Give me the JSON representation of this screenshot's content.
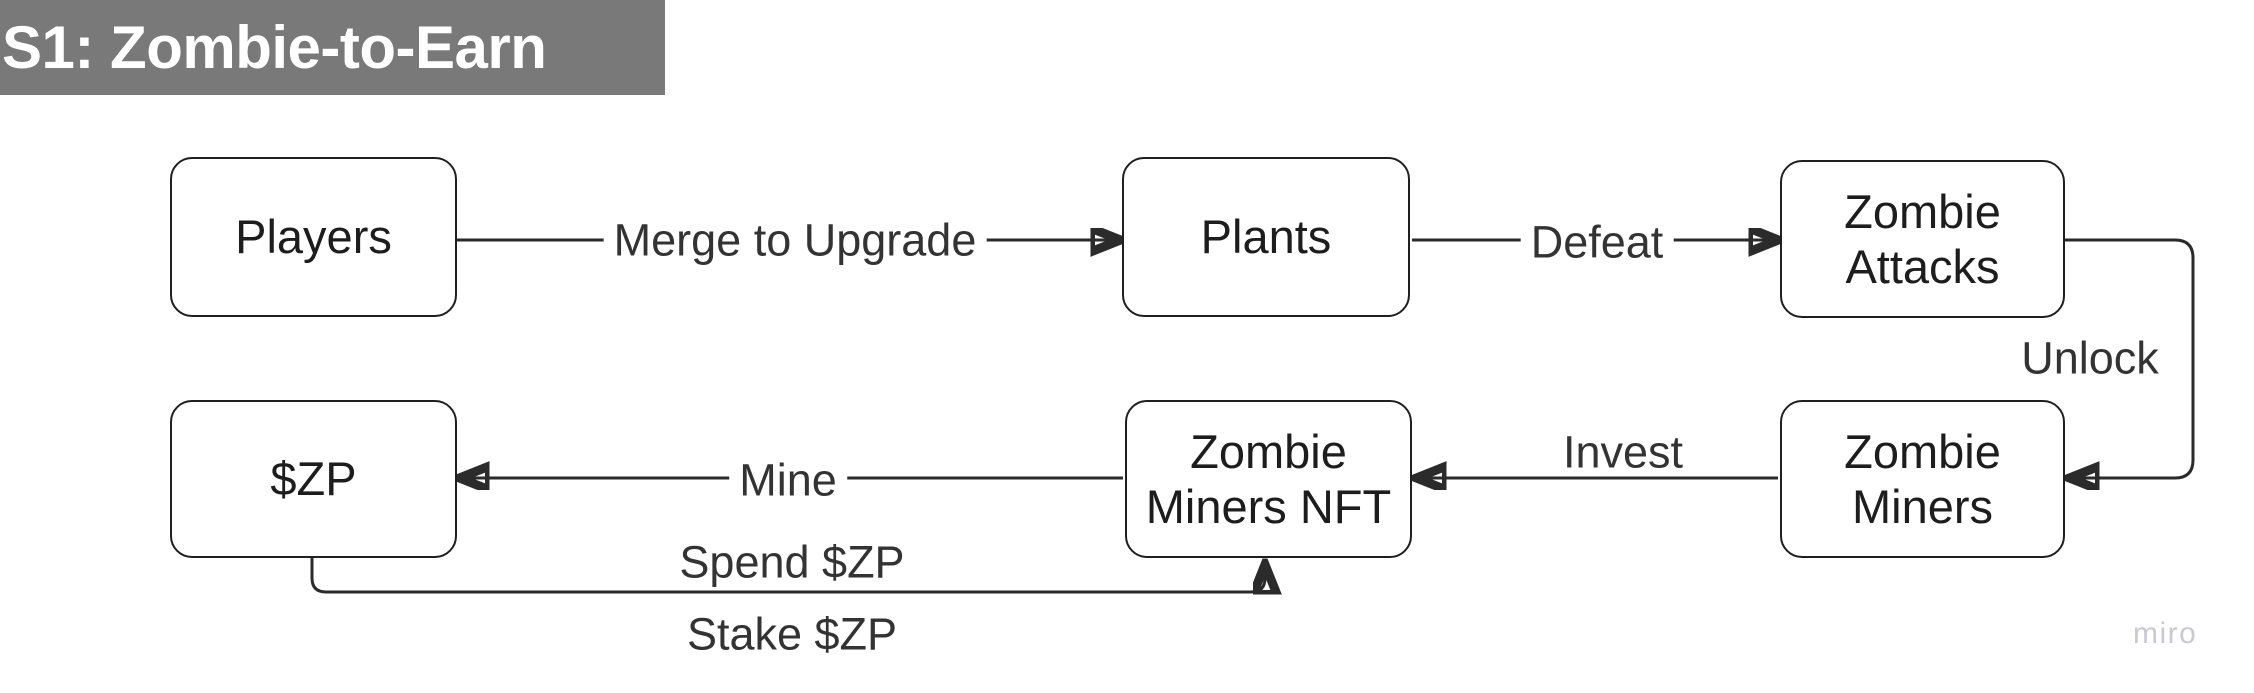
{
  "title": {
    "text": "S1: Zombie-to-Earn",
    "banner_color": "#797979",
    "text_color": "#ffffff"
  },
  "diagram": {
    "type": "flow-diagram",
    "stroke_color": "#2b2b2b",
    "node_text_color": "#1d1d1d",
    "nodes": [
      {
        "id": "players",
        "label": "Players"
      },
      {
        "id": "plants",
        "label": "Plants"
      },
      {
        "id": "zombie-attacks",
        "label_line1": "Zombie",
        "label_line2": "Attacks"
      },
      {
        "id": "zp",
        "label": "$ZP"
      },
      {
        "id": "zombie-miners-nft",
        "label_line1": "Zombie",
        "label_line2": "Miners NFT"
      },
      {
        "id": "zombie-miners",
        "label_line1": "Zombie",
        "label_line2": "Miners"
      }
    ],
    "edges": [
      {
        "id": "merge-to-upgrade",
        "label": "Merge to Upgrade",
        "from": "players",
        "to": "plants"
      },
      {
        "id": "defeat",
        "label": "Defeat",
        "from": "plants",
        "to": "zombie-attacks"
      },
      {
        "id": "unlock",
        "label": "Unlock",
        "from": "zombie-attacks",
        "to": "zombie-miners"
      },
      {
        "id": "invest",
        "label": "Invest",
        "from": "zombie-miners",
        "to": "zombie-miners-nft"
      },
      {
        "id": "mine",
        "label": "Mine",
        "from": "zombie-miners-nft",
        "to": "zp"
      },
      {
        "id": "spend-zp",
        "label": "Spend $ZP",
        "from": "zp",
        "to": "zombie-miners-nft"
      },
      {
        "id": "stake-zp",
        "label": "Stake $ZP",
        "from": "zp",
        "to": "zombie-miners-nft"
      }
    ]
  },
  "watermark": {
    "text": "miro",
    "color": "#c9c8d6"
  }
}
